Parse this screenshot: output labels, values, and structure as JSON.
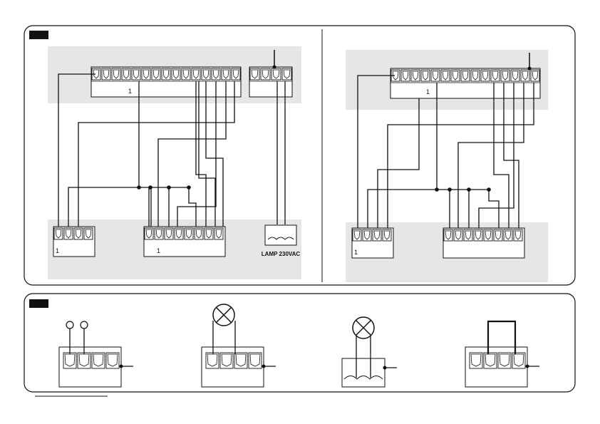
{
  "figure_1": {
    "badge": "",
    "left_diagram": {
      "main_strip_label": "1",
      "lamp_label": "LAMP 230VAC",
      "bottom_left_label": "1",
      "bottom_mid_label": "1"
    },
    "right_diagram": {
      "main_strip_label": "1",
      "bottom_left_label": "1"
    }
  },
  "figure_2": {
    "badge": ""
  },
  "colors": {
    "panel_bg": "#e6e6e6",
    "line": "#111111",
    "badge": "#111111",
    "lamp": "#111111"
  }
}
